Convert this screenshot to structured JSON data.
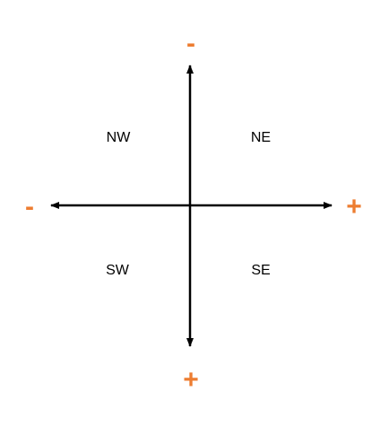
{
  "colors": {
    "axis": "#000000",
    "sign": "#ED7D31",
    "background": "#FFFFFF"
  },
  "axes": {
    "vertical": {
      "top_sign": "-",
      "bottom_sign": "+"
    },
    "horizontal": {
      "left_sign": "-",
      "right_sign": "+"
    }
  },
  "quadrants": {
    "nw": "NW",
    "ne": "NE",
    "sw": "SW",
    "se": "SE"
  }
}
